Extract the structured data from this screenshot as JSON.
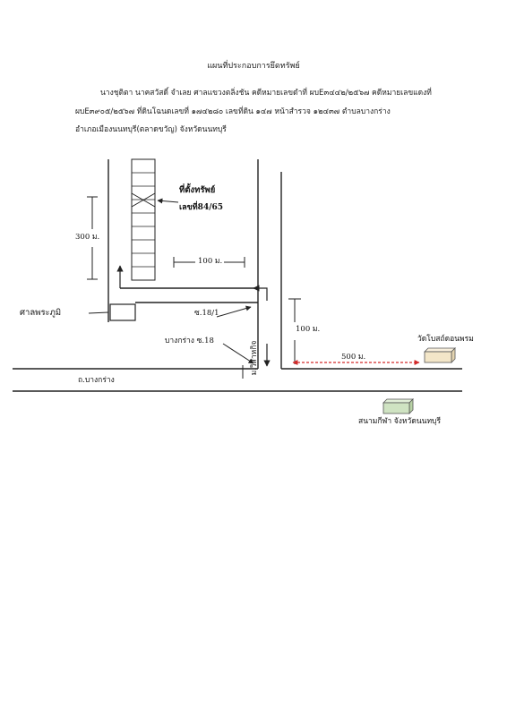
{
  "document": {
    "title": "แผนที่ประกอบการยึดทรัพย์",
    "paragraph": [
      "นางชุติตา นาคสวัสดิ์ จำเลย ศาลแขวงตลิ่งชัน คดีหมายเลขดำที่ ผบE๓๔๔๒/๒๕๖๗ คดีหมายเลขแดงที่",
      "ผบE๓๙๐๕/๒๕๖๗ ที่ดินโฉนดเลขที่ ๑๗๔๒๘๐ เลขที่ดิน ๑๔๗ หน้าสำรวจ ๑๒๔๓๗ ตำบลบางกร่าง",
      "อำเภอเมืองนนทบุรี(ตลาดขวัญ) จังหวัดนนทบุรี"
    ]
  },
  "map": {
    "property_label": "ที่ตั้งทรัพย์",
    "property_number": "เลขที่84/65",
    "distance_300": "300 ม.",
    "distance_100_top": "100 ม.",
    "shrine_label": "ศาลพระภูมิ",
    "soi_18_1": "ซ.18/1",
    "bangkrang_soi_18": "บางกร่าง ซ.18",
    "village_road": "ม.วิสาหกิจ",
    "distance_100_right": "100 ม.",
    "distance_500": "500 ม.",
    "wat_label": "วัดโบสถ์ดอนพรม",
    "main_road": "ถ.บางกร่าง",
    "stadium_label": "สนามกีฬา จังหวัดนนทบุรี",
    "colors": {
      "line": "#222222",
      "red_dash": "#d22a2a",
      "wat_box": "#f3e6c8",
      "stadium_box": "#cfe3c2"
    }
  }
}
